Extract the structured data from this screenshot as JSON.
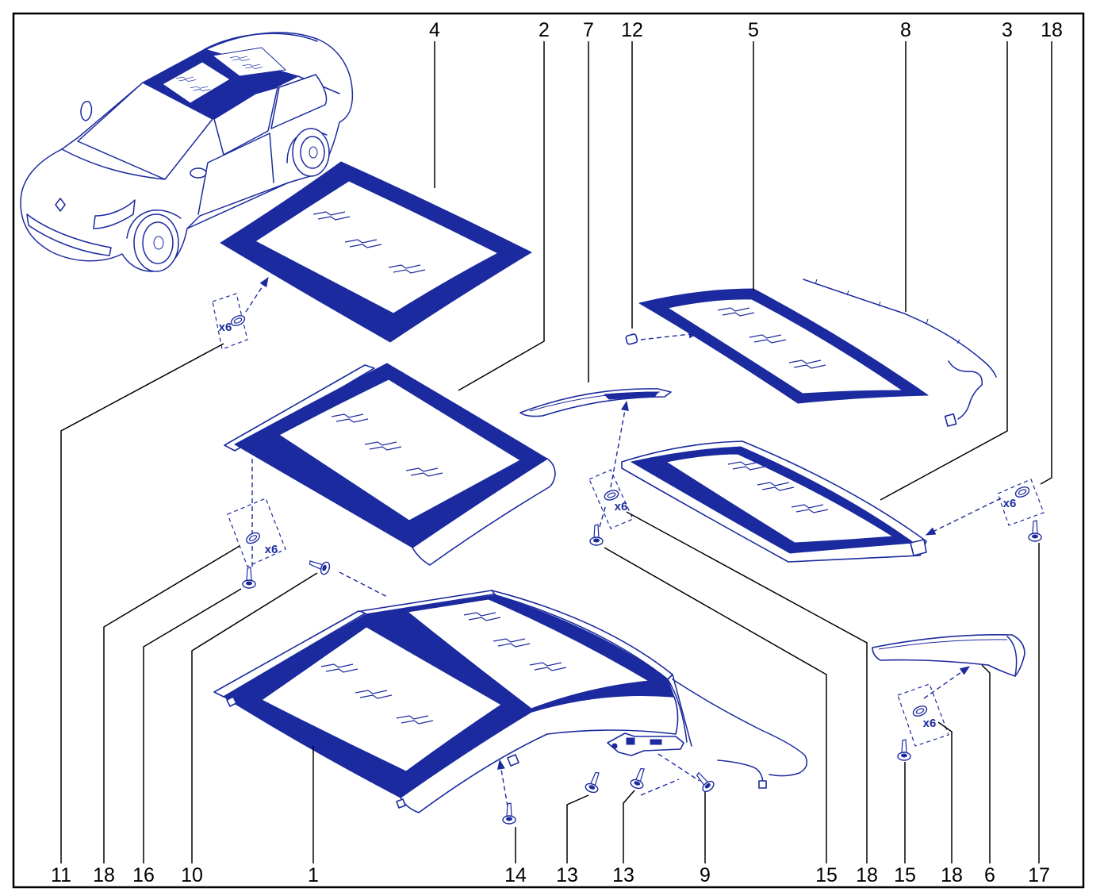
{
  "callouts": {
    "top": [
      "4",
      "2",
      "7",
      "12",
      "5",
      "8",
      "3",
      "18"
    ],
    "bottom": [
      "11",
      "18",
      "16",
      "10",
      "1",
      "14",
      "13",
      "13",
      "9",
      "15",
      "18",
      "15",
      "18",
      "6",
      "17"
    ]
  },
  "quantity_labels": [
    "x6",
    "x6",
    "x6",
    "x6",
    "x6"
  ],
  "colors": {
    "part_ink": "#1b2a9e",
    "leader_line": "#000000",
    "frame": "#000000"
  }
}
